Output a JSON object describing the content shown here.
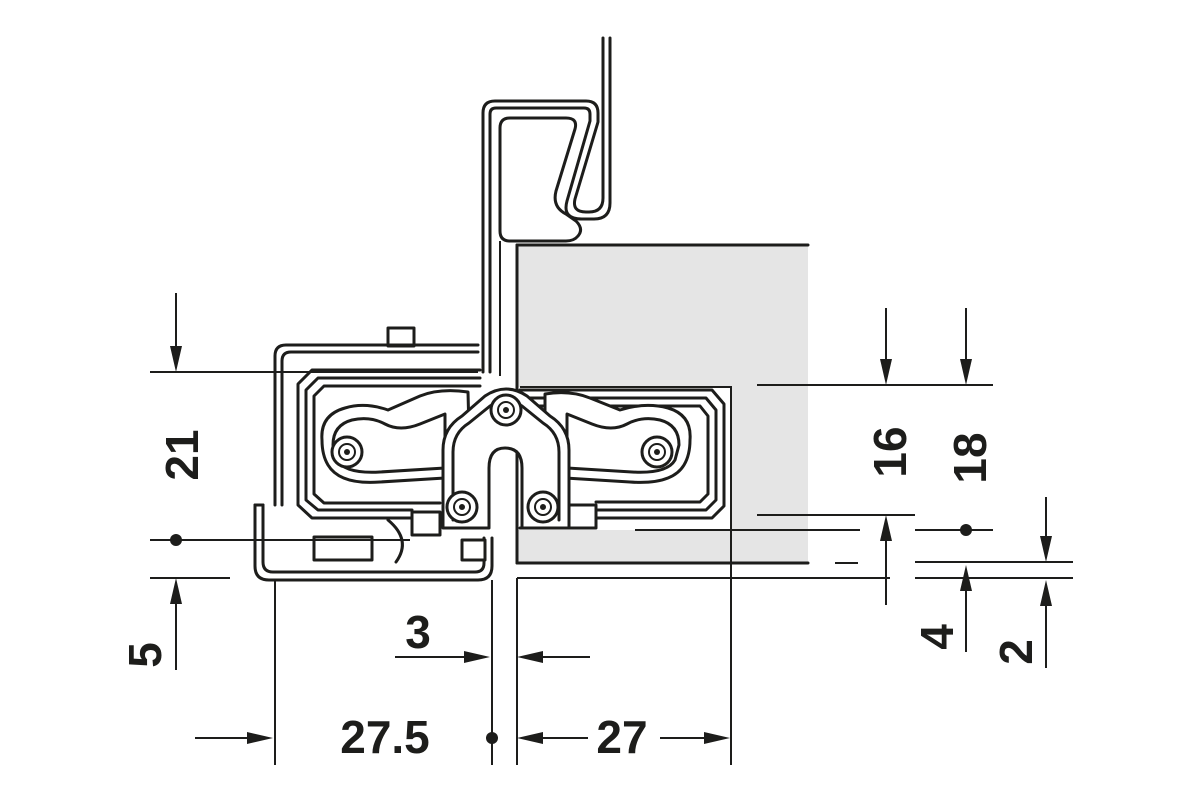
{
  "colors": {
    "line": "#1d1d1b",
    "door_fill": "#e5e5e5",
    "background": "#ffffff"
  },
  "dimensions": {
    "left_vertical_main": "21",
    "left_vertical_bottom": "5",
    "gap": "3",
    "left_horizontal": "27.5",
    "right_horizontal": "27",
    "right_vertical_inner": "16",
    "right_vertical_outer": "18",
    "right_vertical_small": "4",
    "right_vertical_offset": "2"
  }
}
